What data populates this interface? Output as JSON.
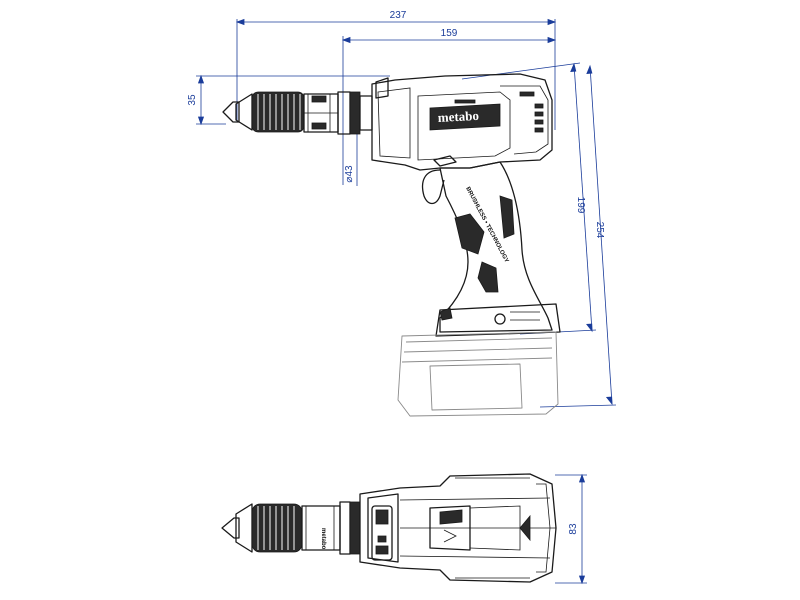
{
  "dimensions": {
    "overall_length": "237",
    "body_length": "159",
    "chuck_height": "35",
    "collar_diameter": "⌀43",
    "height_without_battery": "199",
    "height_with_battery": "254",
    "top_view_width": "83"
  },
  "branding": {
    "logo_text": "metabo",
    "grip_text": "BRUSHLESS • TECHNOLOGY",
    "top_logo_text": "metabo"
  },
  "colors": {
    "dimension": "#1a3c9a",
    "outline": "#1a1a1a",
    "battery_ghost": "#8a8a8a"
  }
}
